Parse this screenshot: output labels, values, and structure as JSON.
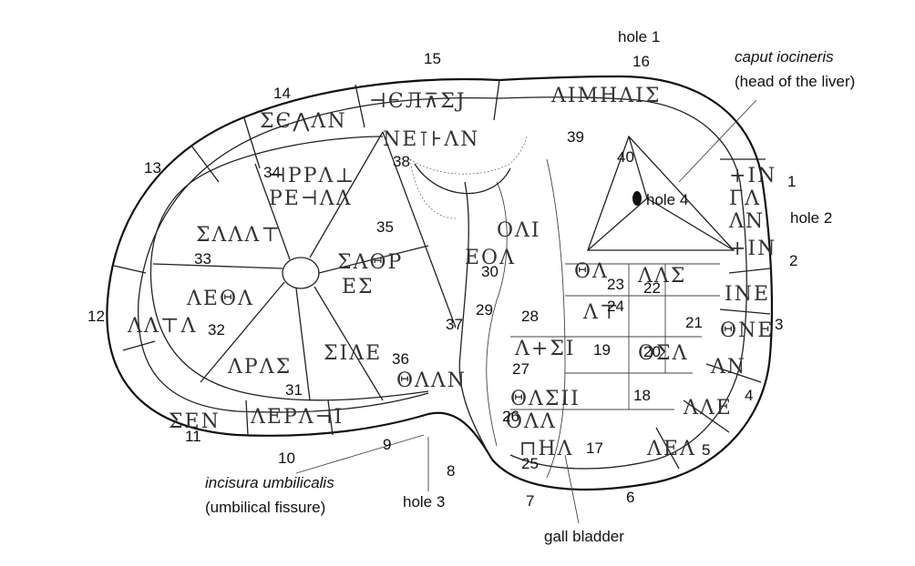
{
  "labels": {
    "hole1": "hole 1",
    "hole2": "hole 2",
    "hole3": "hole 3",
    "hole4": "hole 4",
    "caput": "caput iocineris",
    "caput_sub": "(head of the liver)",
    "incisura": "incisura umbilicalis",
    "incisura_sub": "(umbilical fissure)",
    "gall": "gall bladder"
  },
  "numbers": [
    "1",
    "2",
    "3",
    "4",
    "5",
    "6",
    "7",
    "8",
    "9",
    "10",
    "11",
    "12",
    "13",
    "14",
    "15",
    "16",
    "17",
    "18",
    "19",
    "20",
    "21",
    "22",
    "23",
    "24",
    "25",
    "26",
    "27",
    "28",
    "29",
    "30",
    "31",
    "32",
    "33",
    "34",
    "35",
    "36",
    "37",
    "38",
    "39",
    "40"
  ]
}
